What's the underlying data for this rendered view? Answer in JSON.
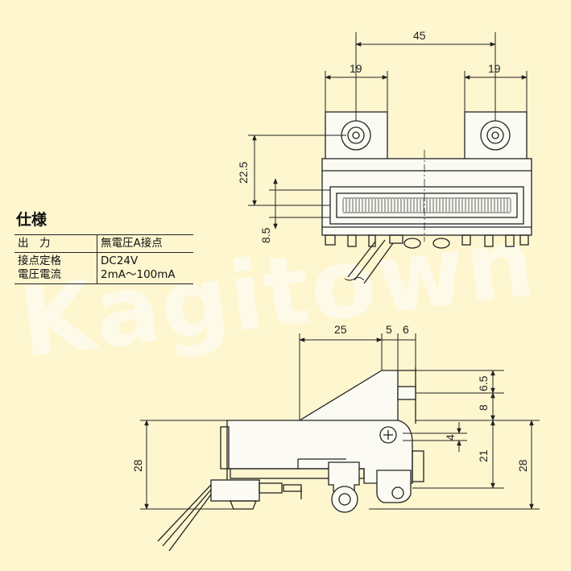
{
  "watermark": "Kagitown",
  "spec": {
    "title": "仕様",
    "rows": [
      {
        "key": "出　力",
        "value": "無電圧A接点"
      },
      {
        "key": "接点定格\n電圧電流",
        "value": "DC24V\n2mA～100mA"
      }
    ]
  },
  "dimensions": {
    "top_45": "45",
    "top_19_left": "19",
    "top_19_right": "19",
    "top_22_5": "22.5",
    "top_8_5": "8.5",
    "side_25": "25",
    "side_5": "5",
    "side_6": "6",
    "side_6_5": "6.5",
    "side_8": "8",
    "side_4": "4",
    "side_21": "21",
    "side_28_right": "28",
    "side_28_left": "28"
  },
  "colors": {
    "background": "#fdf6cf",
    "line": "#222222",
    "body_fill": "#fbfbf4"
  }
}
